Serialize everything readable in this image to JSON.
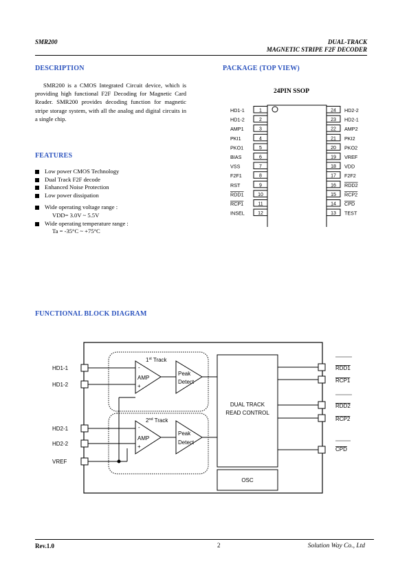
{
  "header": {
    "left": "SMR200",
    "right_line1": "DUAL-TRACK",
    "right_line2": "MAGNETIC STRIPE F2F DECODER"
  },
  "description": {
    "title": "DESCRIPTION",
    "text": "SMR200 is a CMOS Integrated Circuit device, which is providing high functional F2F Decoding for Magnetic Card Reader. SMR200 provides decoding function for magnetic stripe storage system, with all the analog and digital circuits in a single chip."
  },
  "package": {
    "title": "PACKAGE (TOP VIEW)",
    "chip_label": "24PIN SSOP",
    "left_pins": [
      {
        "num": "1",
        "name": "HD1-1"
      },
      {
        "num": "2",
        "name": "HD1-2"
      },
      {
        "num": "3",
        "name": "AMP1"
      },
      {
        "num": "4",
        "name": "PKI1"
      },
      {
        "num": "5",
        "name": "PKO1"
      },
      {
        "num": "6",
        "name": "BIAS"
      },
      {
        "num": "7",
        "name": "VSS"
      },
      {
        "num": "8",
        "name": "F2F1"
      },
      {
        "num": "9",
        "name": "RST"
      },
      {
        "num": "10",
        "name": "RDD1"
      },
      {
        "num": "11",
        "name": "RCP1"
      },
      {
        "num": "12",
        "name": "INSEL"
      }
    ],
    "right_pins": [
      {
        "num": "24",
        "name": "HD2-2"
      },
      {
        "num": "23",
        "name": "HD2-1"
      },
      {
        "num": "22",
        "name": "AMP2"
      },
      {
        "num": "21",
        "name": "PKI2"
      },
      {
        "num": "20",
        "name": "PKO2"
      },
      {
        "num": "19",
        "name": "VREF"
      },
      {
        "num": "18",
        "name": "VDD"
      },
      {
        "num": "17",
        "name": "F2F2"
      },
      {
        "num": "16",
        "name": "RDD2"
      },
      {
        "num": "15",
        "name": "RCP2"
      },
      {
        "num": "14",
        "name": "CPD"
      },
      {
        "num": "13",
        "name": "TEST"
      }
    ]
  },
  "features": {
    "title": "FEATURES",
    "items": [
      "Low power CMOS Technology",
      "Dual Track F2F decode",
      "Enhanced Noise Protection",
      "Low power dissipation",
      "Wide operating voltage range :",
      "VDD= 3.0V ~ 5.5V",
      "Wide operating temperature range :",
      "Ta = -35°C ~ +75°C"
    ]
  },
  "block_diagram": {
    "title": "FUNCTIONAL BLOCK DIAGRAM",
    "inputs": [
      "HD1-1",
      "HD1-2",
      "HD2-1",
      "HD2-2",
      "VREF"
    ],
    "outputs": [
      "RDD1",
      "RCP1",
      "RDD2",
      "RCP2",
      "CPD"
    ],
    "track1_label": "1",
    "track1_sup": "st",
    "track2_label": "2",
    "track2_sup": "nd",
    "track_word": "Track",
    "amp_label": "AMP",
    "minus": "-",
    "plus": "+",
    "peak_label1": "Peak",
    "peak_label2": "Detect",
    "control_line1": "DUAL TRACK",
    "control_line2": "READ CONTROL",
    "osc_label": "OSC"
  },
  "footer": {
    "left": "Rev.1.0",
    "page": "2",
    "right": "Solution Way Co., Ltd"
  }
}
